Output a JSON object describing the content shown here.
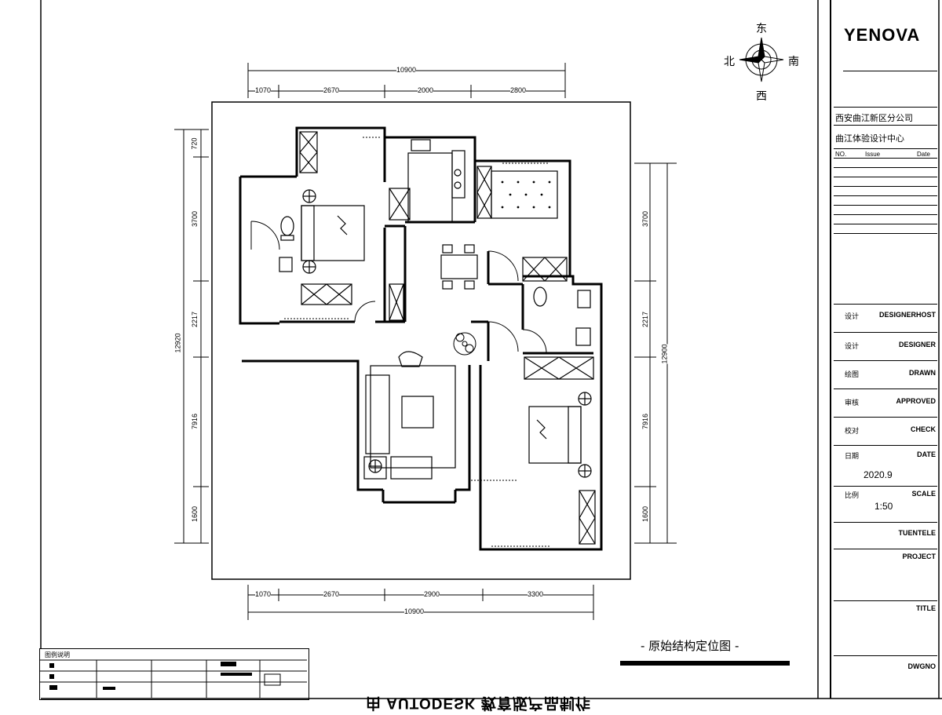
{
  "compass": {
    "east": "东",
    "west": "西",
    "south": "南",
    "north": "北"
  },
  "dims_top": {
    "total": "10900",
    "segments": [
      "1070",
      "2670",
      "2000",
      "2800"
    ]
  },
  "dims_bottom": {
    "total": "10900",
    "segments": [
      "1070",
      "2670",
      "2900",
      "3300"
    ]
  },
  "dims_left": {
    "total": "12920",
    "segments": [
      "720",
      "3700",
      "2217",
      "7916",
      "1600"
    ]
  },
  "dims_right": {
    "total": "12900",
    "segments": [
      "3700",
      "2217",
      "7916",
      "1600"
    ]
  },
  "title_block": {
    "logo": "YENOVA",
    "company_line": "西安曲江新区分公司",
    "center_line": "曲江体验设计中心",
    "rev_header": {
      "no": "NO.",
      "issue": "Issue",
      "date": "Date"
    },
    "rows": [
      {
        "cn": "设计",
        "en": "DESIGNERHOST"
      },
      {
        "cn": "设计",
        "en": "DESIGNER"
      },
      {
        "cn": "绘图",
        "en": "DRAWN"
      },
      {
        "cn": "审核",
        "en": "APPROVED"
      },
      {
        "cn": "校对",
        "en": "CHECK"
      },
      {
        "cn": "日期",
        "en": "DATE",
        "value": "2020.9"
      },
      {
        "cn": "比例",
        "en": "SCALE",
        "value": "1:50"
      },
      {
        "cn": "",
        "en": "TUENTELE"
      },
      {
        "cn": "",
        "en": "PROJECT"
      },
      {
        "cn": "",
        "en": "TITLE"
      },
      {
        "cn": "",
        "en": "DWGNO"
      }
    ]
  },
  "caption": "- 原始结构定位图 -",
  "legend_title": "图例说明",
  "bottom_text": "由 AUTODESK 教育版产品制作"
}
